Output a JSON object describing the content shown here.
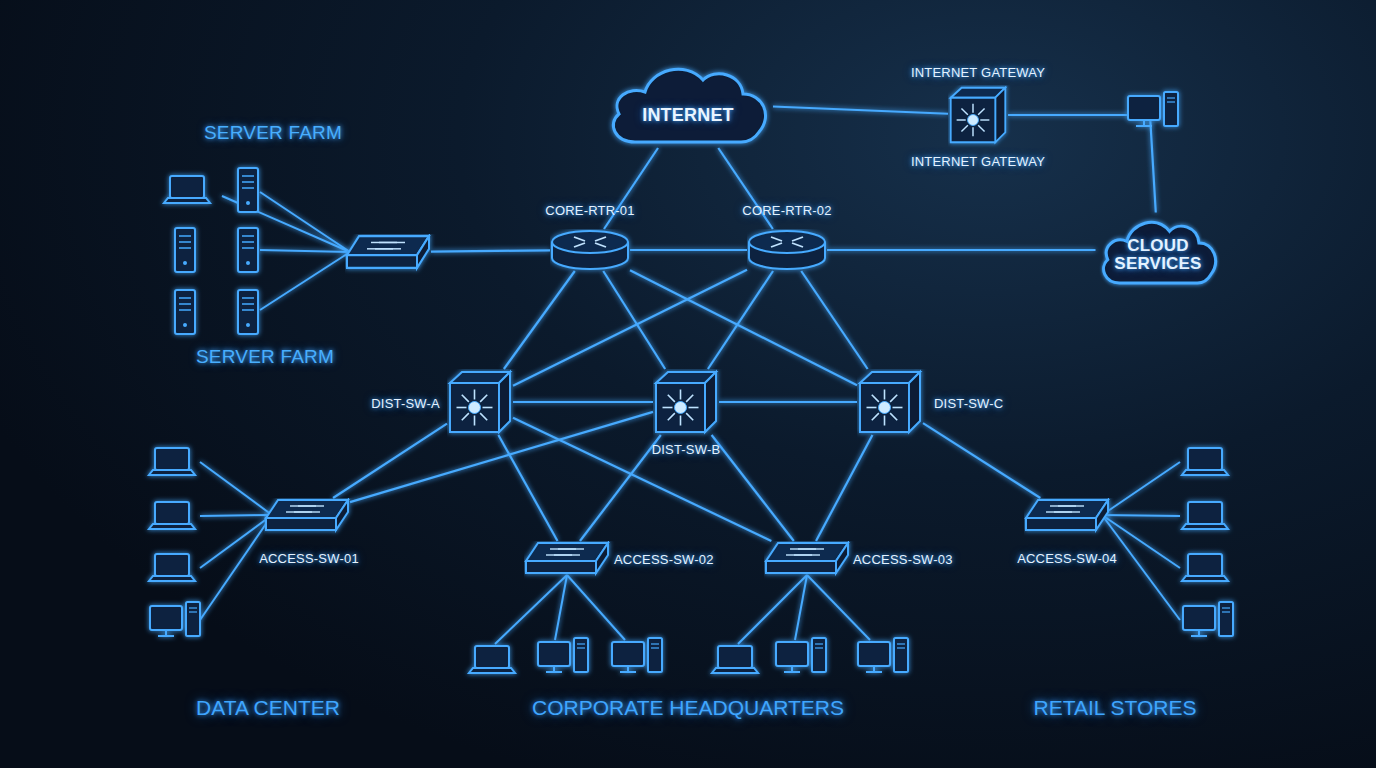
{
  "diagram": {
    "nodes": [
      {
        "text": [
          "INTERNET"
        ]
      },
      {
        "text": [
          "INTERNET GATEWAY",
          "INTERNET GATEWAY"
        ]
      },
      {
        "text": [
          "SERVER FARM",
          "SERVER FARM"
        ]
      },
      {
        "text": [
          "CORE-RTR-01"
        ]
      },
      {
        "text": [
          "CORE-RTR-02"
        ]
      },
      {
        "text": [
          "CLOUD SERVICES"
        ]
      },
      {
        "text": [
          "DIST-SW-A"
        ]
      },
      {
        "text": [
          "DIST-SW-B"
        ]
      },
      {
        "text": [
          "DIST-SW-C"
        ]
      },
      {
        "text": [
          "ACCESS-SW-01"
        ]
      },
      {
        "text": [
          "ACCESS-SW-02"
        ]
      },
      {
        "text": [
          "ACCESS-SW-03"
        ]
      },
      {
        "text": [
          "ACCESS-SW-04"
        ]
      }
    ],
    "edges": [
      {
        "from": 0,
        "to": 3,
        "arrow": "none"
      },
      {
        "from": 0,
        "to": 4,
        "arrow": "none"
      },
      {
        "from": 0,
        "to": 1,
        "arrow": "none"
      },
      {
        "from": 1,
        "to": 5,
        "arrow": "none"
      },
      {
        "from": 2,
        "to": 3,
        "arrow": "none"
      },
      {
        "from": 3,
        "to": 4,
        "arrow": "none"
      },
      {
        "from": 4,
        "to": 5,
        "arrow": "none"
      },
      {
        "from": 3,
        "to": 6,
        "arrow": "none"
      },
      {
        "from": 3,
        "to": 7,
        "arrow": "none"
      },
      {
        "from": 3,
        "to": 8,
        "arrow": "none"
      },
      {
        "from": 4,
        "to": 6,
        "arrow": "none"
      },
      {
        "from": 4,
        "to": 7,
        "arrow": "none"
      },
      {
        "from": 4,
        "to": 8,
        "arrow": "none"
      },
      {
        "from": 6,
        "to": 7,
        "arrow": "none"
      },
      {
        "from": 7,
        "to": 8,
        "arrow": "none"
      },
      {
        "from": 6,
        "to": 9,
        "arrow": "none"
      },
      {
        "from": 6,
        "to": 10,
        "arrow": "none"
      },
      {
        "from": 6,
        "to": 11,
        "arrow": "none"
      },
      {
        "from": 7,
        "to": 9,
        "arrow": "none"
      },
      {
        "from": 7,
        "to": 10,
        "arrow": "none"
      },
      {
        "from": 7,
        "to": 11,
        "arrow": "none"
      },
      {
        "from": 8,
        "to": 11,
        "arrow": "none"
      },
      {
        "from": 8,
        "to": 12,
        "arrow": "none"
      }
    ],
    "labels": [
      "DATA CENTER",
      "CORPORATE HEADQUARTERS",
      "RETAIL STORES"
    ]
  }
}
